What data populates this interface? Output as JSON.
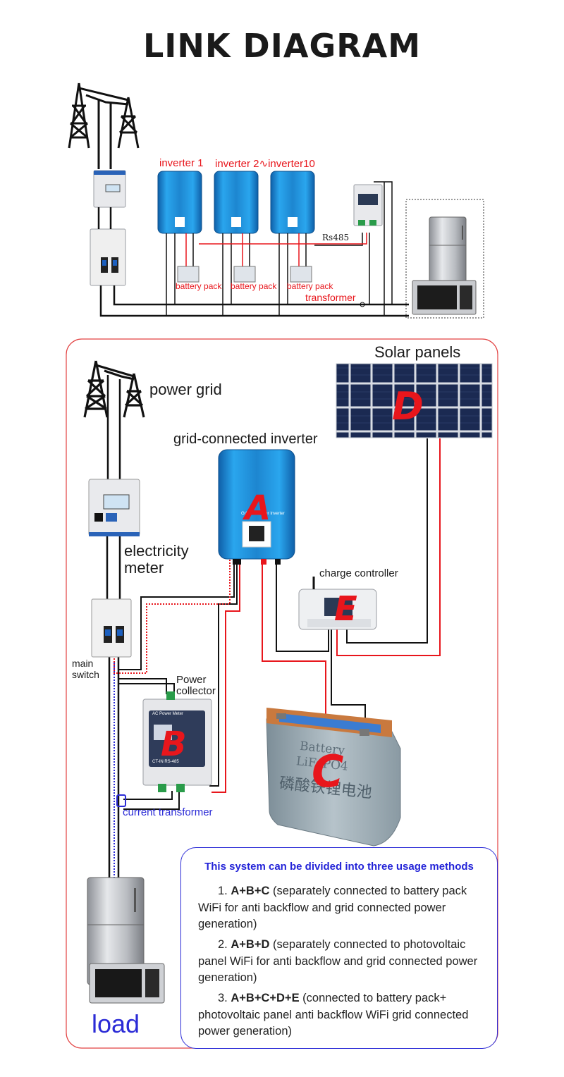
{
  "title": "LINK DIAGRAM",
  "top_diagram": {
    "inverter_1_label": "inverter 1",
    "inverter_2_10_label": "inverter 2∿inverter10",
    "rs485_label": "Rs485",
    "battery_pack_label": "battery pack",
    "transformer_label": "transformer"
  },
  "main_diagram": {
    "power_grid_label": "power grid",
    "solar_panels_label": "Solar panels",
    "inverter_label": "grid-connected inverter",
    "meter_label_line1": "electricity",
    "meter_label_line2": "meter",
    "charge_controller_label": "charge controller",
    "main_switch_line1": "main",
    "main_switch_line2": "switch",
    "power_collector_line1": "Power",
    "power_collector_line2": "collector",
    "current_transformer_label": "current transformer",
    "load_label": "load",
    "letter_a": "A",
    "letter_b": "B",
    "letter_c": "C",
    "letter_d": "D",
    "letter_e": "E",
    "inverter_face_text": "Grid Tie Power Inverter",
    "meter_face_text": "AC Power Meter",
    "meter_ports": "CT-IN  RS-485",
    "battery_text_1": "Battery",
    "battery_text_2": "LiFePO4",
    "battery_text_3": "磷酸铁锂电池"
  },
  "notes": {
    "heading": "This system can be divided into three usage methods",
    "items": [
      {
        "number": "1.",
        "code": "A+B+C",
        "text": "(separately connected to battery pack WiFi for anti backflow and grid connected power generation)"
      },
      {
        "number": "2.",
        "code": "A+B+D",
        "text": "(separately connected to photovoltaic panel WiFi for anti backflow and grid connected power generation)"
      },
      {
        "number": "3.",
        "code": "A+B+C+D+E",
        "text": "(connected to battery pack+ photovoltaic panel anti backflow WiFi grid connected power generation)"
      }
    ]
  },
  "colors": {
    "wire_black": "#111111",
    "wire_red": "#e8161c",
    "wire_blue": "#2b2bd6",
    "frame_red": "#e24141",
    "inverter_blue": "#1e8fd6",
    "accent_blue": "#2424d8"
  },
  "icons": [
    "power-tower-icon",
    "refrigerator-icon",
    "microwave-icon"
  ]
}
